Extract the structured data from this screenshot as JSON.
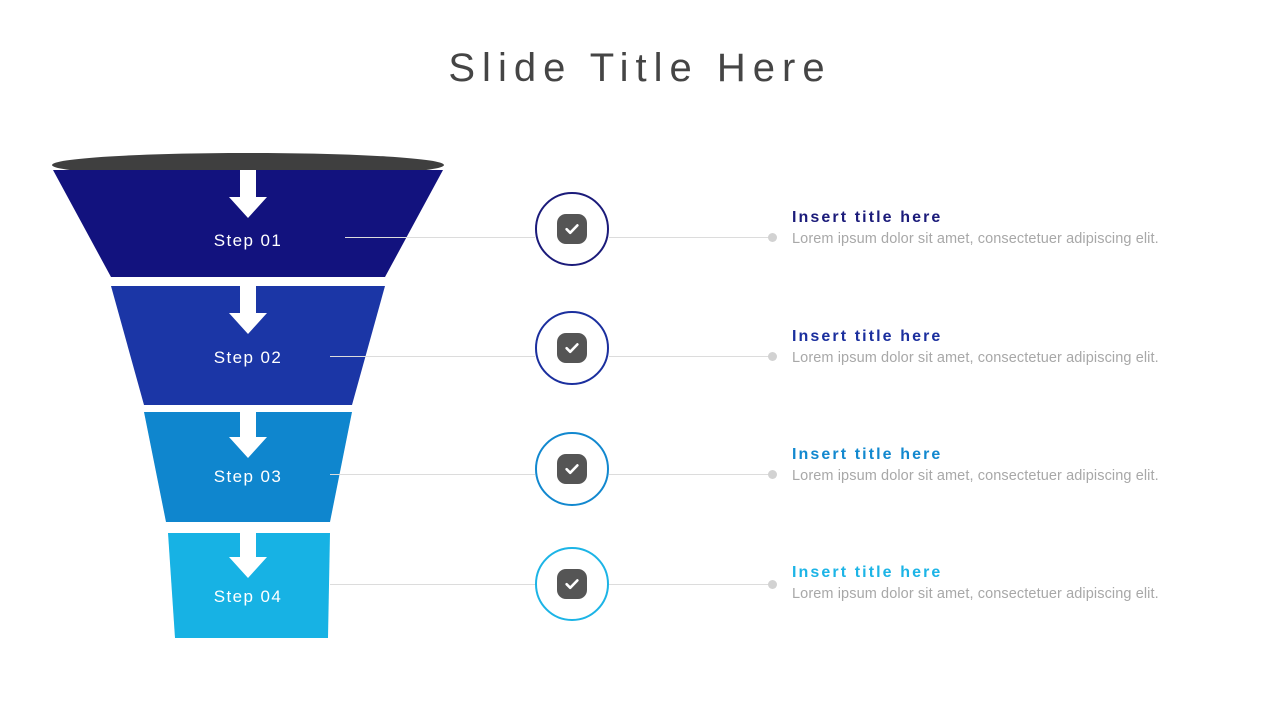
{
  "slide": {
    "title": "Slide Title Here"
  },
  "funnel": {
    "top_ellipse_color": "#3f3f3f",
    "arrow_color": "#ffffff",
    "steps": [
      {
        "label": "Step 01",
        "color": "#12127e"
      },
      {
        "label": "Step 02",
        "color": "#1b36a6"
      },
      {
        "label": "Step 03",
        "color": "#0f86ce"
      },
      {
        "label": "Step 04",
        "color": "#17b2e4"
      }
    ]
  },
  "markers": [
    {
      "ring_color": "#1b1b7a",
      "icon": "check-icon"
    },
    {
      "ring_color": "#1b2f9e",
      "icon": "check-icon"
    },
    {
      "ring_color": "#1288cf",
      "icon": "check-icon"
    },
    {
      "ring_color": "#1cb4e6",
      "icon": "check-icon"
    }
  ],
  "items": [
    {
      "title": "Insert title here",
      "body": "Lorem ipsum dolor sit amet, consectetuer adipiscing elit.",
      "color": "#1b1b7a"
    },
    {
      "title": "Insert title here",
      "body": "Lorem ipsum dolor sit amet, consectetuer adipiscing elit.",
      "color": "#1b2f9e"
    },
    {
      "title": "Insert title here",
      "body": "Lorem ipsum dolor sit amet, consectetuer adipiscing elit.",
      "color": "#1288cf"
    },
    {
      "title": "Insert title here",
      "body": "Lorem ipsum dolor sit amet, consectetuer adipiscing elit.",
      "color": "#1cb4e6"
    }
  ],
  "connector_color": "#dcdcdc",
  "connector_dot_color": "#d2d2d2"
}
